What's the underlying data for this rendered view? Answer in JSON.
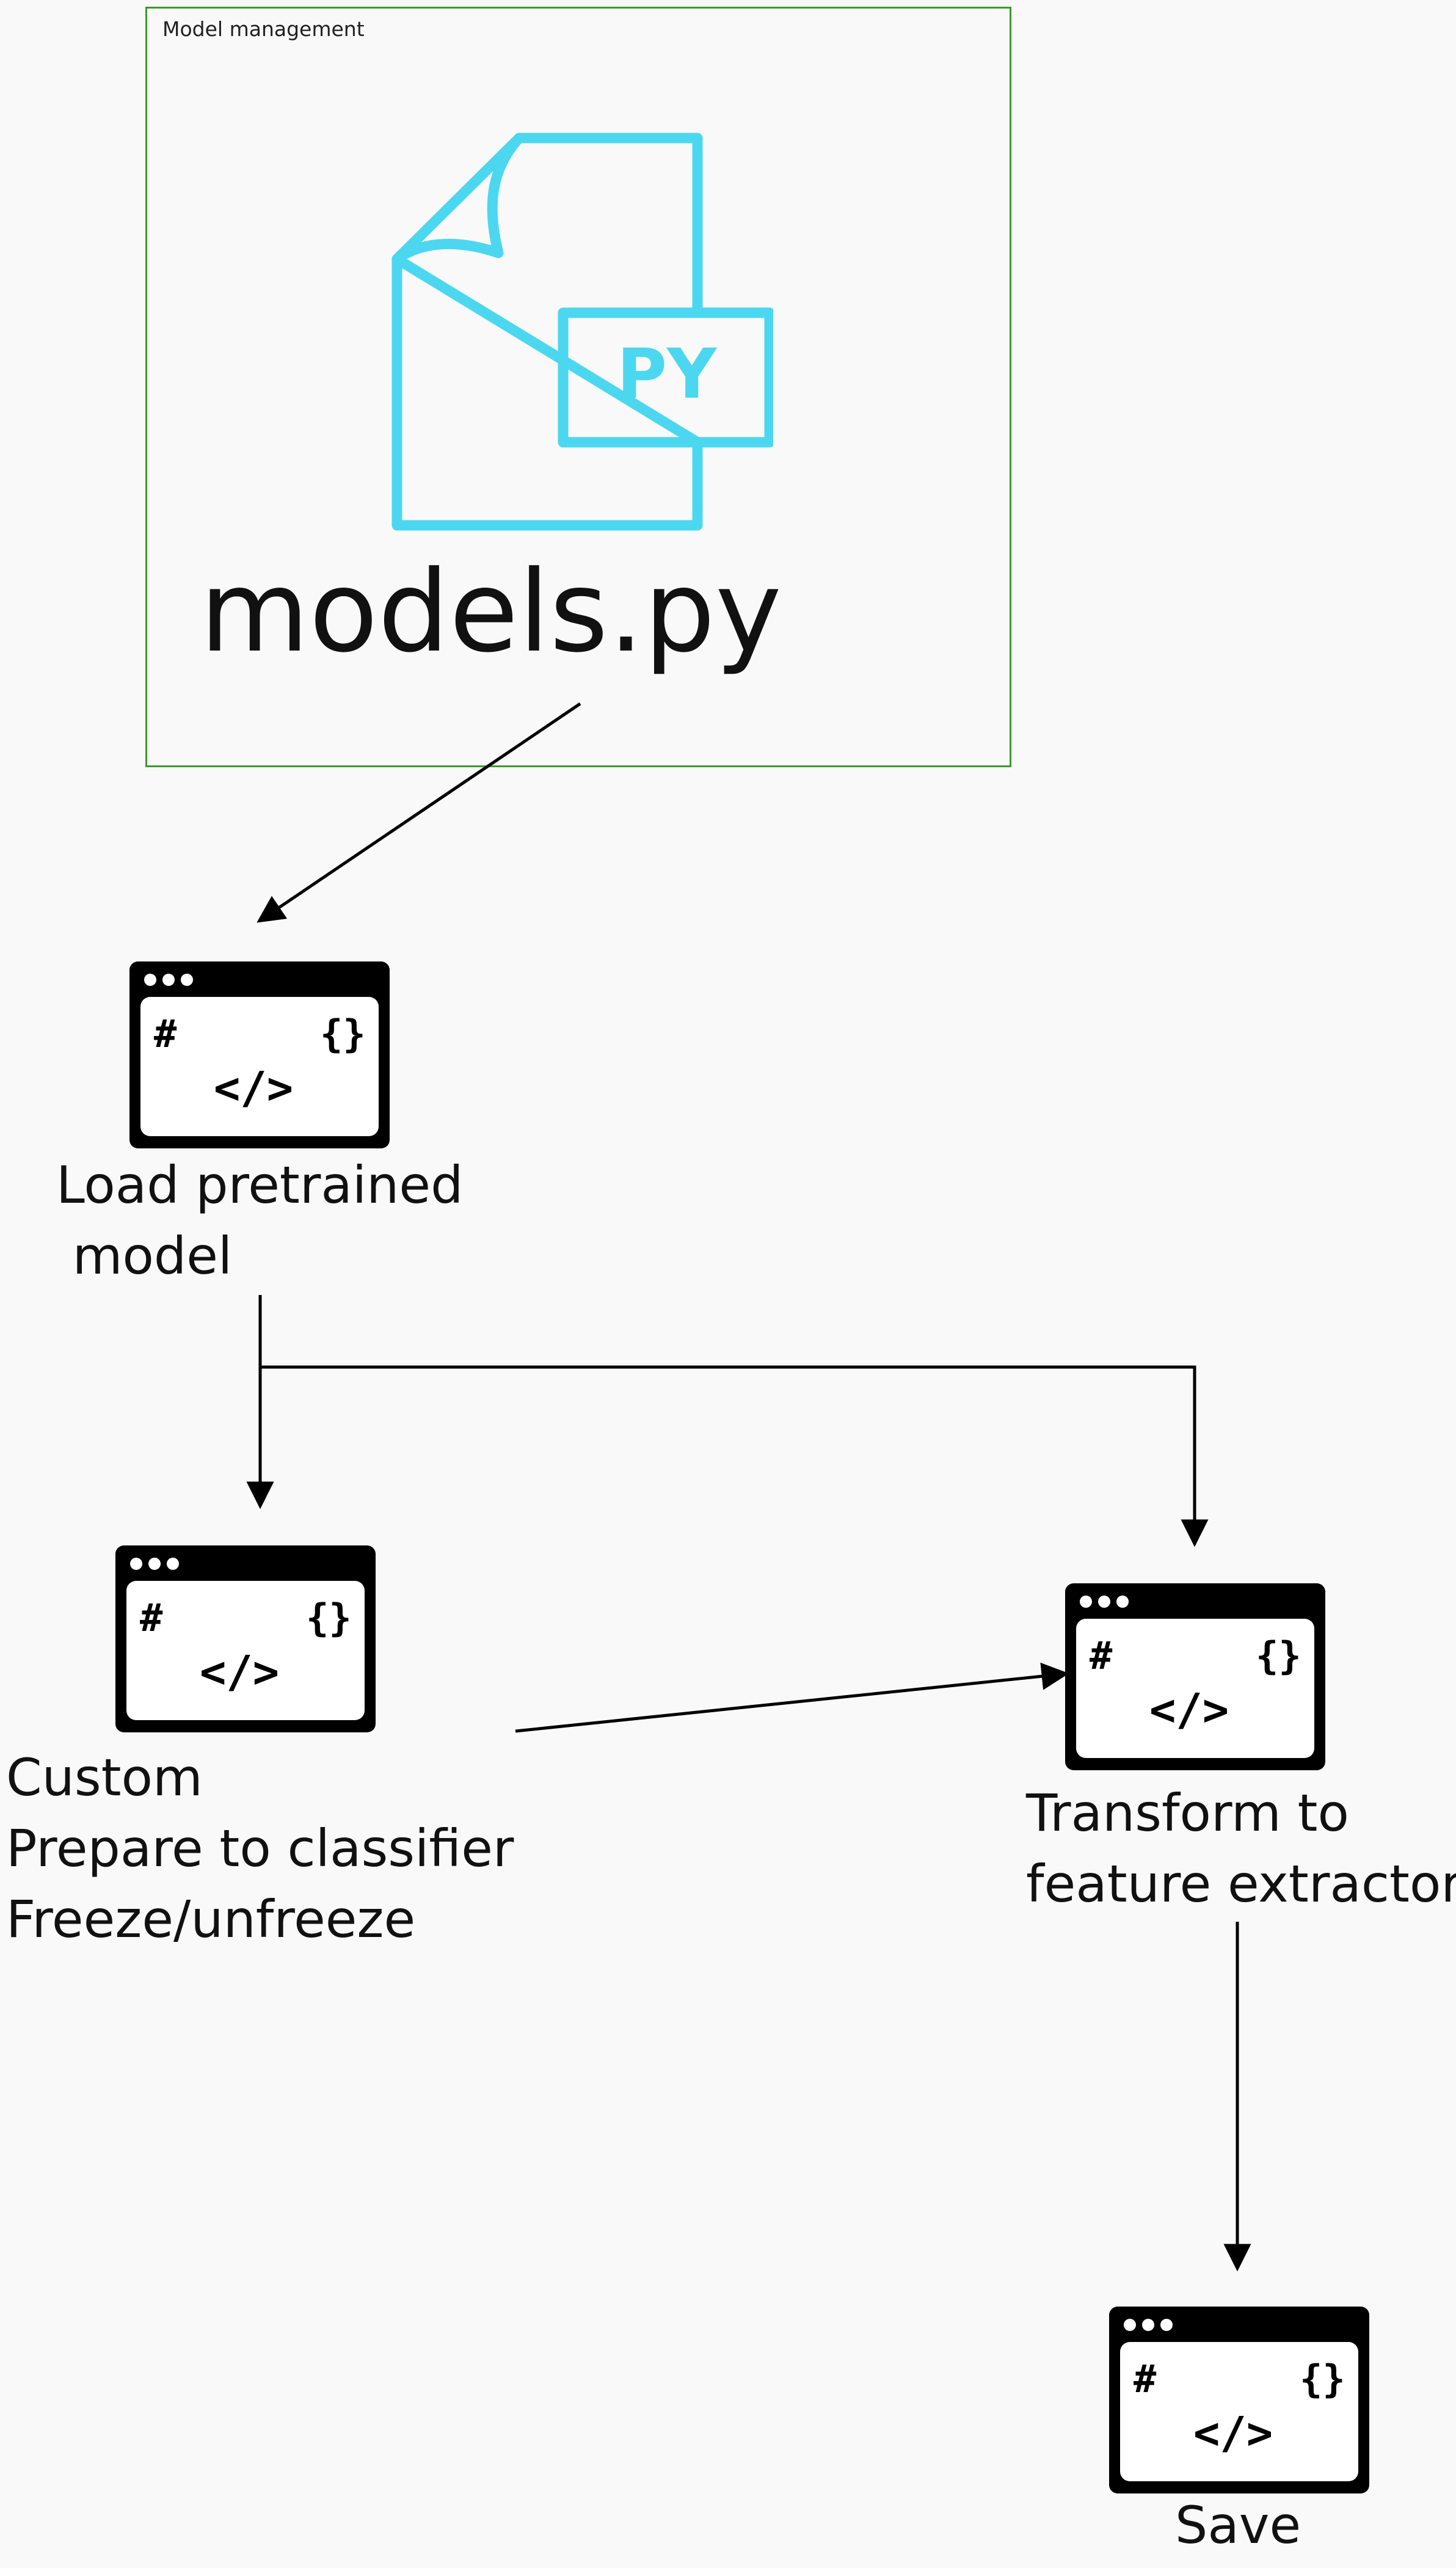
{
  "group": {
    "label": "Model management"
  },
  "file": {
    "extension": "PY",
    "name": "models.py"
  },
  "nodes": {
    "load": {
      "lines": [
        "Load pretrained",
        " model"
      ]
    },
    "custom": {
      "lines": [
        "Custom",
        "Prepare to classifier",
        "Freeze/unfreeze"
      ]
    },
    "transform": {
      "lines": [
        "Transform to",
        "feature extractor"
      ]
    },
    "save": {
      "lines": [
        "Save"
      ]
    }
  },
  "colors": {
    "group_border": "#3a9a2c",
    "file_icon": "#4cd7f0",
    "window_icon": "#000000"
  },
  "icons": {
    "window": "code-window-icon",
    "file": "python-file-icon"
  }
}
